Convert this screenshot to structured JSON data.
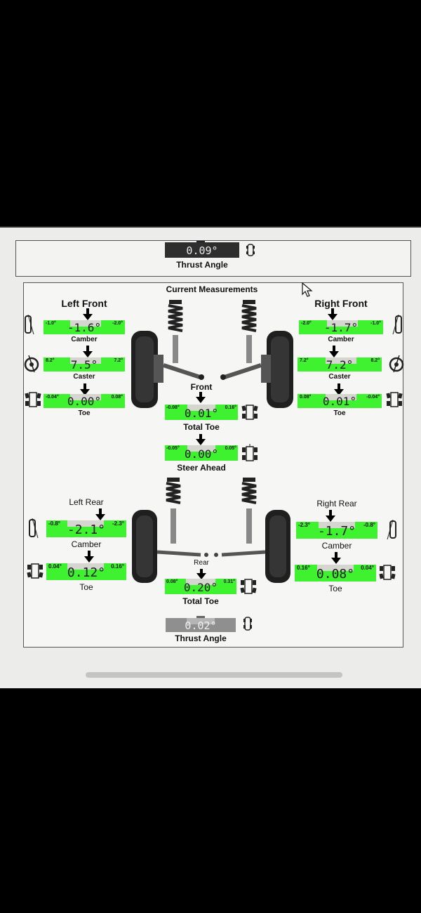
{
  "top_panel": {
    "thrust_angle_value": "0.09°",
    "thrust_angle_label": "Thrust Angle"
  },
  "title": "Current Measurements",
  "left_front": {
    "title": "Left Front",
    "camber": {
      "value": "-1.6°",
      "label": "Camber",
      "min": "-1.0°",
      "max": "-2.0°"
    },
    "caster": {
      "value": "7.5°",
      "label": "Caster",
      "min": "8.2°",
      "max": "7.2°"
    },
    "toe": {
      "value": "0.00°",
      "label": "Toe",
      "min": "-0.04°",
      "max": "0.08°"
    }
  },
  "right_front": {
    "title": "Right Front",
    "camber": {
      "value": "-1.7°",
      "label": "Camber",
      "min": "-2.0°",
      "max": "-1.0°"
    },
    "caster": {
      "value": "7.2°",
      "label": "Caster",
      "min": "7.2°",
      "max": "8.2°"
    },
    "toe": {
      "value": "0.01°",
      "label": "Toe",
      "min": "0.08°",
      "max": "-0.04°"
    }
  },
  "front": {
    "title": "Front",
    "total_toe": {
      "value": "0.01°",
      "label": "Total Toe",
      "min": "-0.08°",
      "max": "0.16°"
    },
    "steer_ahead": {
      "value": "0.00°",
      "label": "Steer Ahead",
      "min": "-0.05°",
      "max": "0.05°"
    }
  },
  "left_rear": {
    "title": "Left Rear",
    "camber": {
      "value": "-2.1°",
      "label": "Camber",
      "min": "-0.8°",
      "max": "-2.3°"
    },
    "toe": {
      "value": "0.12°",
      "label": "Toe",
      "min": "0.04°",
      "max": "0.16°"
    }
  },
  "right_rear": {
    "title": "Right Rear",
    "camber": {
      "value": "-1.7°",
      "label": "Camber",
      "min": "-2.3°",
      "max": "-0.8°"
    },
    "toe": {
      "value": "0.08°",
      "label": "Toe",
      "min": "0.16°",
      "max": "0.04°"
    }
  },
  "rear": {
    "title": "Rear",
    "total_toe": {
      "value": "0.20°",
      "label": "Total Toe",
      "min": "0.08°",
      "max": "0.31°"
    },
    "thrust_angle": {
      "value": "0.02°",
      "label": "Thrust Angle"
    }
  },
  "colors": {
    "in_spec": "#3ef230",
    "neutral": "#8f8f8f"
  }
}
